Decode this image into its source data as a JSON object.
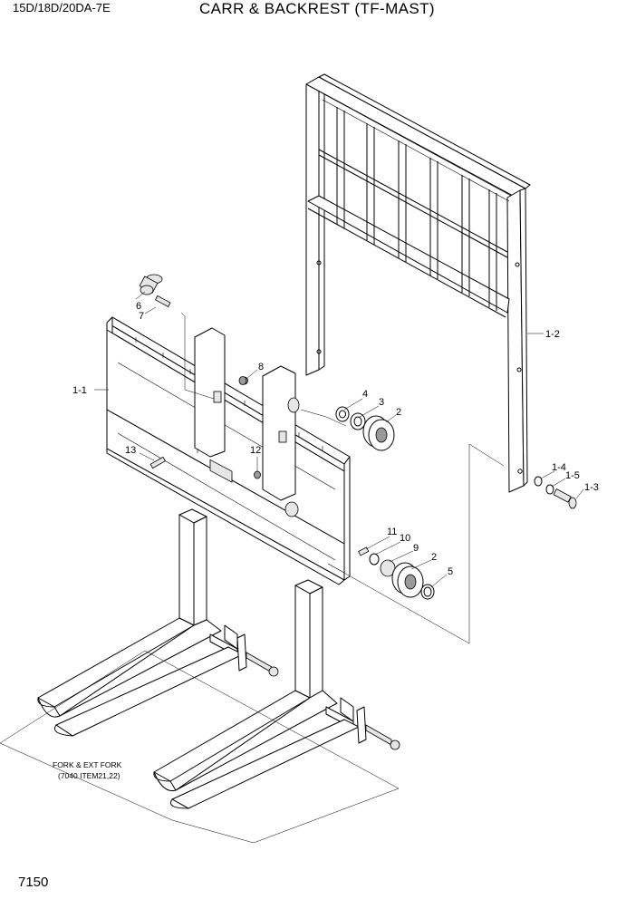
{
  "header": {
    "model": "15D/18D/20DA-7E",
    "title": "CARR & BACKREST (TF-MAST)"
  },
  "page_number": "7150",
  "parts": {
    "p1_1": "1-1",
    "p1_2": "1-2",
    "p1_3": "1-3",
    "p1_4": "1-4",
    "p1_5": "1-5",
    "p2a": "2",
    "p2b": "2",
    "p3": "3",
    "p4": "4",
    "p5": "5",
    "p6": "6",
    "p7": "7",
    "p8": "8",
    "p9": "9",
    "p10": "10",
    "p11": "11",
    "p12": "12",
    "p13": "13"
  },
  "note": {
    "line1": "FORK & EXT FORK",
    "line2": "(7040 ITEM21,22)"
  }
}
